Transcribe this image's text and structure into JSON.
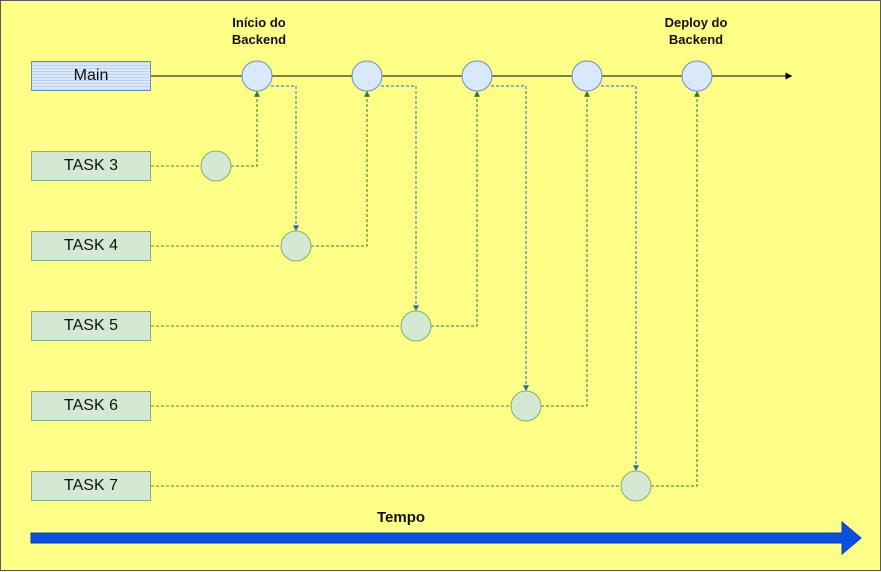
{
  "lanes": {
    "main": "Main",
    "task3": "TASK 3",
    "task4": "TASK 4",
    "task5": "TASK 5",
    "task6": "TASK 6",
    "task7": "TASK 7"
  },
  "annotations": {
    "inicio": "Início do\nBackend",
    "deploy": "Deploy do\nBackend"
  },
  "axis": {
    "label": "Tempo"
  },
  "colors": {
    "background": "#ffff88",
    "main_node_fill": "#dae8fc",
    "main_node_stroke": "#6c8ebf",
    "task_node_fill": "#d5e8d4",
    "task_node_stroke": "#82b366",
    "merge_line": "#2e7d32",
    "branch_line": "#1f6fc2",
    "time_arrow": "#0a4fe0"
  }
}
